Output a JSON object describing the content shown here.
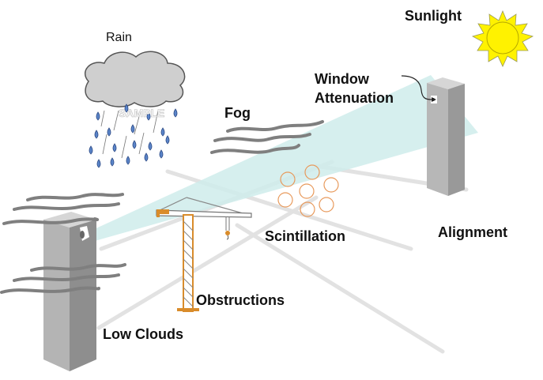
{
  "diagram": {
    "title": "Free-space optical link impairments",
    "labels": {
      "sunlight": "Sunlight",
      "rain": "Rain",
      "window_attenuation_line1": "Window",
      "window_attenuation_line2": "Attenuation",
      "fog": "Fog",
      "scintillation": "Scintillation",
      "alignment": "Alignment",
      "obstructions": "Obstructions",
      "low_clouds": "Low Clouds"
    },
    "watermark": "SAMPLE",
    "colors": {
      "beam": "#cfeceb",
      "building_light": "#b4b4b4",
      "building_dark": "#8e8e8e",
      "building_top": "#d6d6d6",
      "fog": "#7f7f7f",
      "rain_drop": "#5b85c9",
      "cloud": "#cfcfcf",
      "crane": "#d98c2b",
      "scintillation_ring": "#e89a5c",
      "sun_fill": "#fff200",
      "sun_rays": "#f5e600",
      "ground_line": "#e0e0e0"
    },
    "icons": [
      "sun-icon",
      "rain-cloud-icon",
      "fog-icon",
      "crane-icon",
      "building-icon",
      "scintillation-icon",
      "arrow-icon"
    ]
  }
}
